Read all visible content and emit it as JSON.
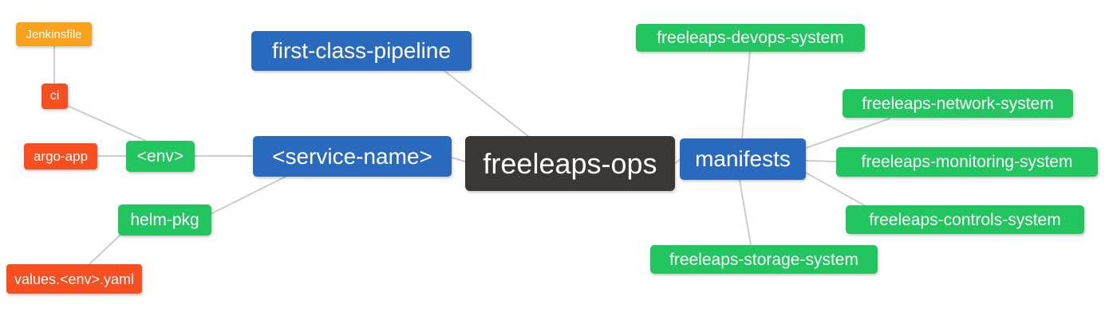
{
  "diagram": {
    "type": "mindmap",
    "background": "#ffffff",
    "edge_color": "#cccccc",
    "text_color": "#ffffff",
    "palette": {
      "root_dark": "#3b3734",
      "branch_blue": "#2a6abe",
      "leaf_green": "#22c55f",
      "leaf_red": "#f94e1f",
      "leaf_orange": "#faa21e"
    },
    "nodes": {
      "freeleaps-ops": {
        "label": "freeleaps-ops",
        "color": "#3b3734"
      },
      "first-class-pipeline": {
        "label": "first-class-pipeline",
        "color": "#2a6abe"
      },
      "service-name": {
        "label": "<service-name>",
        "color": "#2a6abe"
      },
      "manifests": {
        "label": "manifests",
        "color": "#2a6abe"
      },
      "env": {
        "label": "<env>",
        "color": "#22c55f"
      },
      "helm-pkg": {
        "label": "helm-pkg",
        "color": "#22c55f"
      },
      "ci": {
        "label": "ci",
        "color": "#f94e1f"
      },
      "argo-app": {
        "label": "argo-app",
        "color": "#f94e1f"
      },
      "values-env-yaml": {
        "label": "values.<env>.yaml",
        "color": "#f94e1f"
      },
      "jenkinsfile": {
        "label": "Jenkinsfile",
        "color": "#faa21e"
      },
      "freeleaps-devops-system": {
        "label": "freeleaps-devops-system",
        "color": "#22c55f"
      },
      "freeleaps-network-system": {
        "label": "freeleaps-network-system",
        "color": "#22c55f"
      },
      "freeleaps-monitoring-system": {
        "label": "freeleaps-monitoring-system",
        "color": "#22c55f"
      },
      "freeleaps-controls-system": {
        "label": "freeleaps-controls-system",
        "color": "#22c55f"
      },
      "freeleaps-storage-system": {
        "label": "freeleaps-storage-system",
        "color": "#22c55f"
      }
    },
    "edges": [
      [
        "jenkinsfile",
        "ci"
      ],
      [
        "ci",
        "env"
      ],
      [
        "argo-app",
        "env"
      ],
      [
        "env",
        "service-name"
      ],
      [
        "service-name",
        "helm-pkg"
      ],
      [
        "helm-pkg",
        "values-env-yaml"
      ],
      [
        "freeleaps-ops",
        "first-class-pipeline"
      ],
      [
        "freeleaps-ops",
        "service-name"
      ],
      [
        "freeleaps-ops",
        "manifests"
      ],
      [
        "manifests",
        "freeleaps-devops-system"
      ],
      [
        "manifests",
        "freeleaps-network-system"
      ],
      [
        "manifests",
        "freeleaps-monitoring-system"
      ],
      [
        "manifests",
        "freeleaps-controls-system"
      ],
      [
        "manifests",
        "freeleaps-storage-system"
      ]
    ]
  }
}
